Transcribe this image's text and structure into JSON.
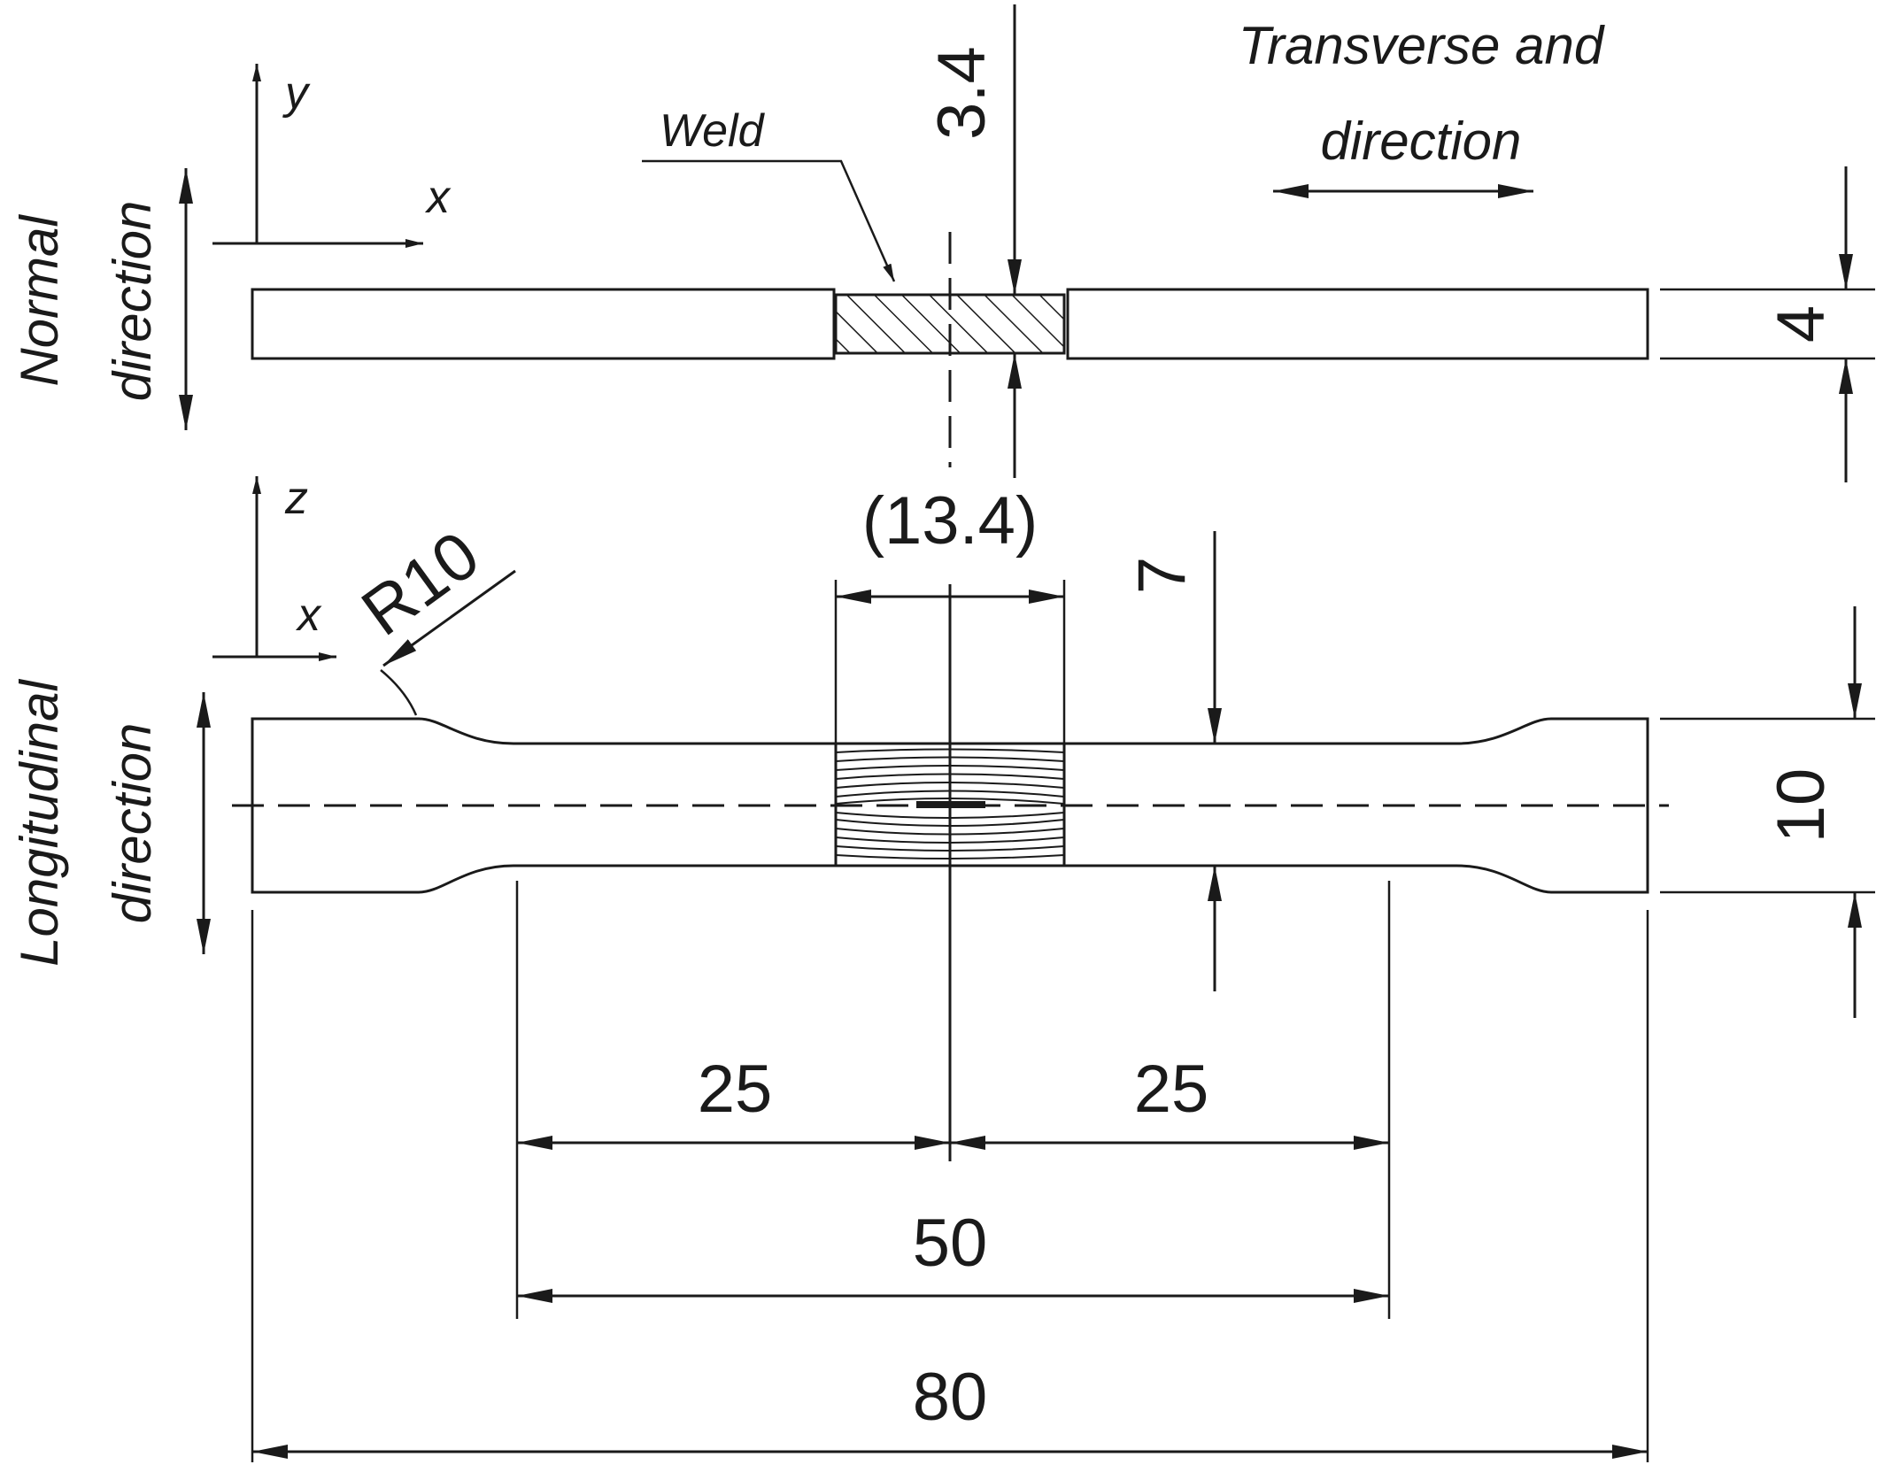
{
  "labels": {
    "normal_direction": [
      "Normal",
      "direction"
    ],
    "longitudinal_direction": [
      "Longitudinal",
      "direction"
    ],
    "transverse_direction": [
      "Transverse and",
      "direction"
    ],
    "weld": "Weld",
    "axis_top_vertical": "y",
    "axis_top_horizontal": "x",
    "axis_bottom_vertical": "z",
    "axis_bottom_horizontal": "x"
  },
  "dimensions": {
    "weld_thickness": "3.4",
    "plate_thickness": "4",
    "weld_width": "(13.4)",
    "gauge_width": "7",
    "grip_width": "10",
    "fillet_radius": "R10",
    "half_gauge_left": "25",
    "half_gauge_right": "25",
    "gauge_length": "50",
    "total_length": "80"
  }
}
